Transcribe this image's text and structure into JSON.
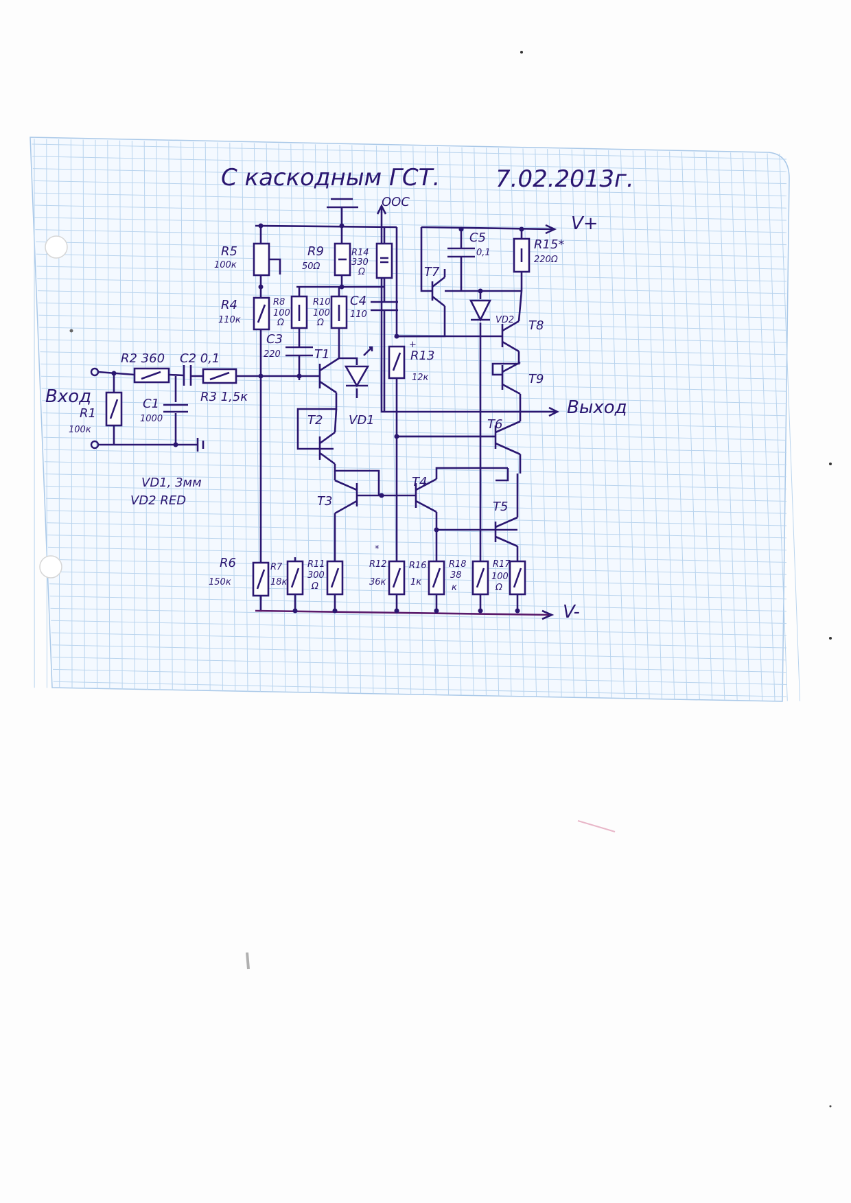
{
  "title": "С каскодным ГСТ.",
  "date": "7.02.2013г.",
  "labels": {
    "ooc": "ООС",
    "v_plus": "V+",
    "v_minus": "V-",
    "input": "Вход",
    "output": "Выход",
    "note_vd1": "VD1, 3мм",
    "note_vd2": "VD2 RED"
  },
  "components": {
    "R1": {
      "name": "R1",
      "value": "100к"
    },
    "R2": {
      "name": "R2 360"
    },
    "C2": {
      "name": "C2 0,1"
    },
    "R3": {
      "name": "R3 1,5к"
    },
    "C1": {
      "name": "C1",
      "value": "1000"
    },
    "R4": {
      "name": "R4",
      "value": "110к"
    },
    "R5": {
      "name": "R5",
      "value": "100к"
    },
    "R6": {
      "name": "R6",
      "value": "150к"
    },
    "R7": {
      "name": "R7",
      "value": "18к"
    },
    "R8": {
      "name": "R8",
      "value": "100",
      "unit": "Ω"
    },
    "R9": {
      "name": "R9",
      "value": "50Ω"
    },
    "R10": {
      "name": "R10",
      "value": "100",
      "unit": "Ω"
    },
    "R11": {
      "name": "R11",
      "value": "300",
      "unit": "Ω"
    },
    "R12": {
      "name": "R12",
      "value": "36к",
      "mark": "*"
    },
    "R13": {
      "name": "R13",
      "value": "12к",
      "mark": "+"
    },
    "R14": {
      "name": "R14",
      "value": "330",
      "unit": "Ω"
    },
    "R15": {
      "name": "R15*",
      "value": "220Ω"
    },
    "R16": {
      "name": "R16",
      "value": "1к"
    },
    "R17": {
      "name": "R17",
      "value": "100",
      "unit": "Ω"
    },
    "R18": {
      "name": "R18",
      "value": "38",
      "unit": "к"
    },
    "C3": {
      "name": "C3",
      "value": "220"
    },
    "C4": {
      "name": "C4",
      "value": "110"
    },
    "C5": {
      "name": "C5",
      "value": "0,1"
    },
    "VD1": {
      "name": "VD1"
    },
    "VD2": {
      "name": "VD2"
    },
    "T1": {
      "name": "T1"
    },
    "T2": {
      "name": "T2"
    },
    "T3": {
      "name": "T3"
    },
    "T4": {
      "name": "T4"
    },
    "T5": {
      "name": "T5"
    },
    "T6": {
      "name": "T6"
    },
    "T7": {
      "name": "T7"
    },
    "T8": {
      "name": "T8"
    },
    "T9": {
      "name": "T9"
    }
  },
  "colors": {
    "ink": "#2a1670",
    "grid": "#b9d4ee",
    "paper": "#fdfdfd"
  }
}
